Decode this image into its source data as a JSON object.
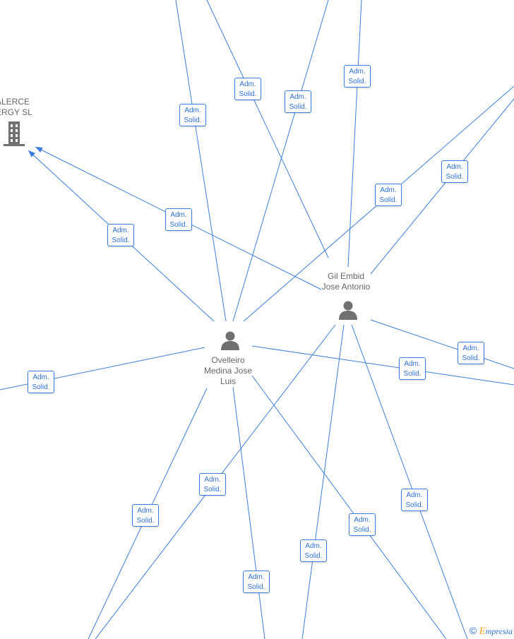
{
  "nodes": {
    "company": {
      "label_line1": "ALERCE",
      "label_line2": "ERGY  SL",
      "icon": "building-icon"
    },
    "person_gil": {
      "label_line1": "Gil Embid",
      "label_line2": "Jose Antonio",
      "icon": "person-icon"
    },
    "person_ovelleiro": {
      "label_line1": "Ovelleiro",
      "label_line2": "Medina Jose",
      "label_line3": "Luis",
      "icon": "person-icon"
    }
  },
  "relation": {
    "line1": "Adm.",
    "line2": "Solid."
  },
  "badges_count_label": "",
  "watermark": {
    "copyright": "©",
    "brand_first": "E",
    "brand_rest": "mpresia"
  },
  "colors": {
    "edge": "#3b7ddd",
    "label": "#666666",
    "icon": "#707070",
    "brand_e": "#f0a020"
  }
}
